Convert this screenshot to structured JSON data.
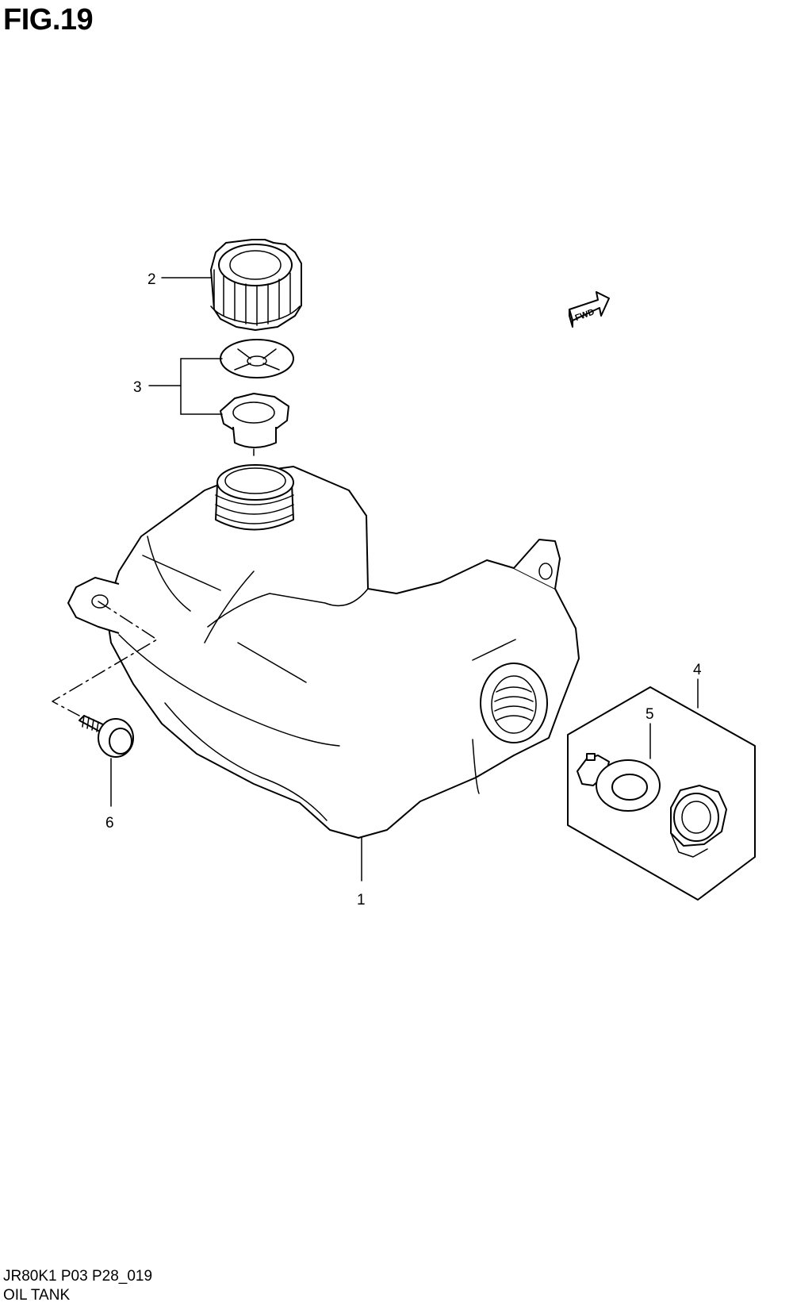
{
  "figure": {
    "title": "FIG.19"
  },
  "footer": {
    "code": "JR80K1 P03 P28_019",
    "name": "OIL TANK"
  },
  "fwd_arrow": {
    "label": "FWD"
  },
  "callouts": [
    {
      "id": "1",
      "label": "1"
    },
    {
      "id": "2",
      "label": "2"
    },
    {
      "id": "3",
      "label": "3"
    },
    {
      "id": "4",
      "label": "4"
    },
    {
      "id": "5",
      "label": "5"
    },
    {
      "id": "6",
      "label": "6"
    }
  ]
}
